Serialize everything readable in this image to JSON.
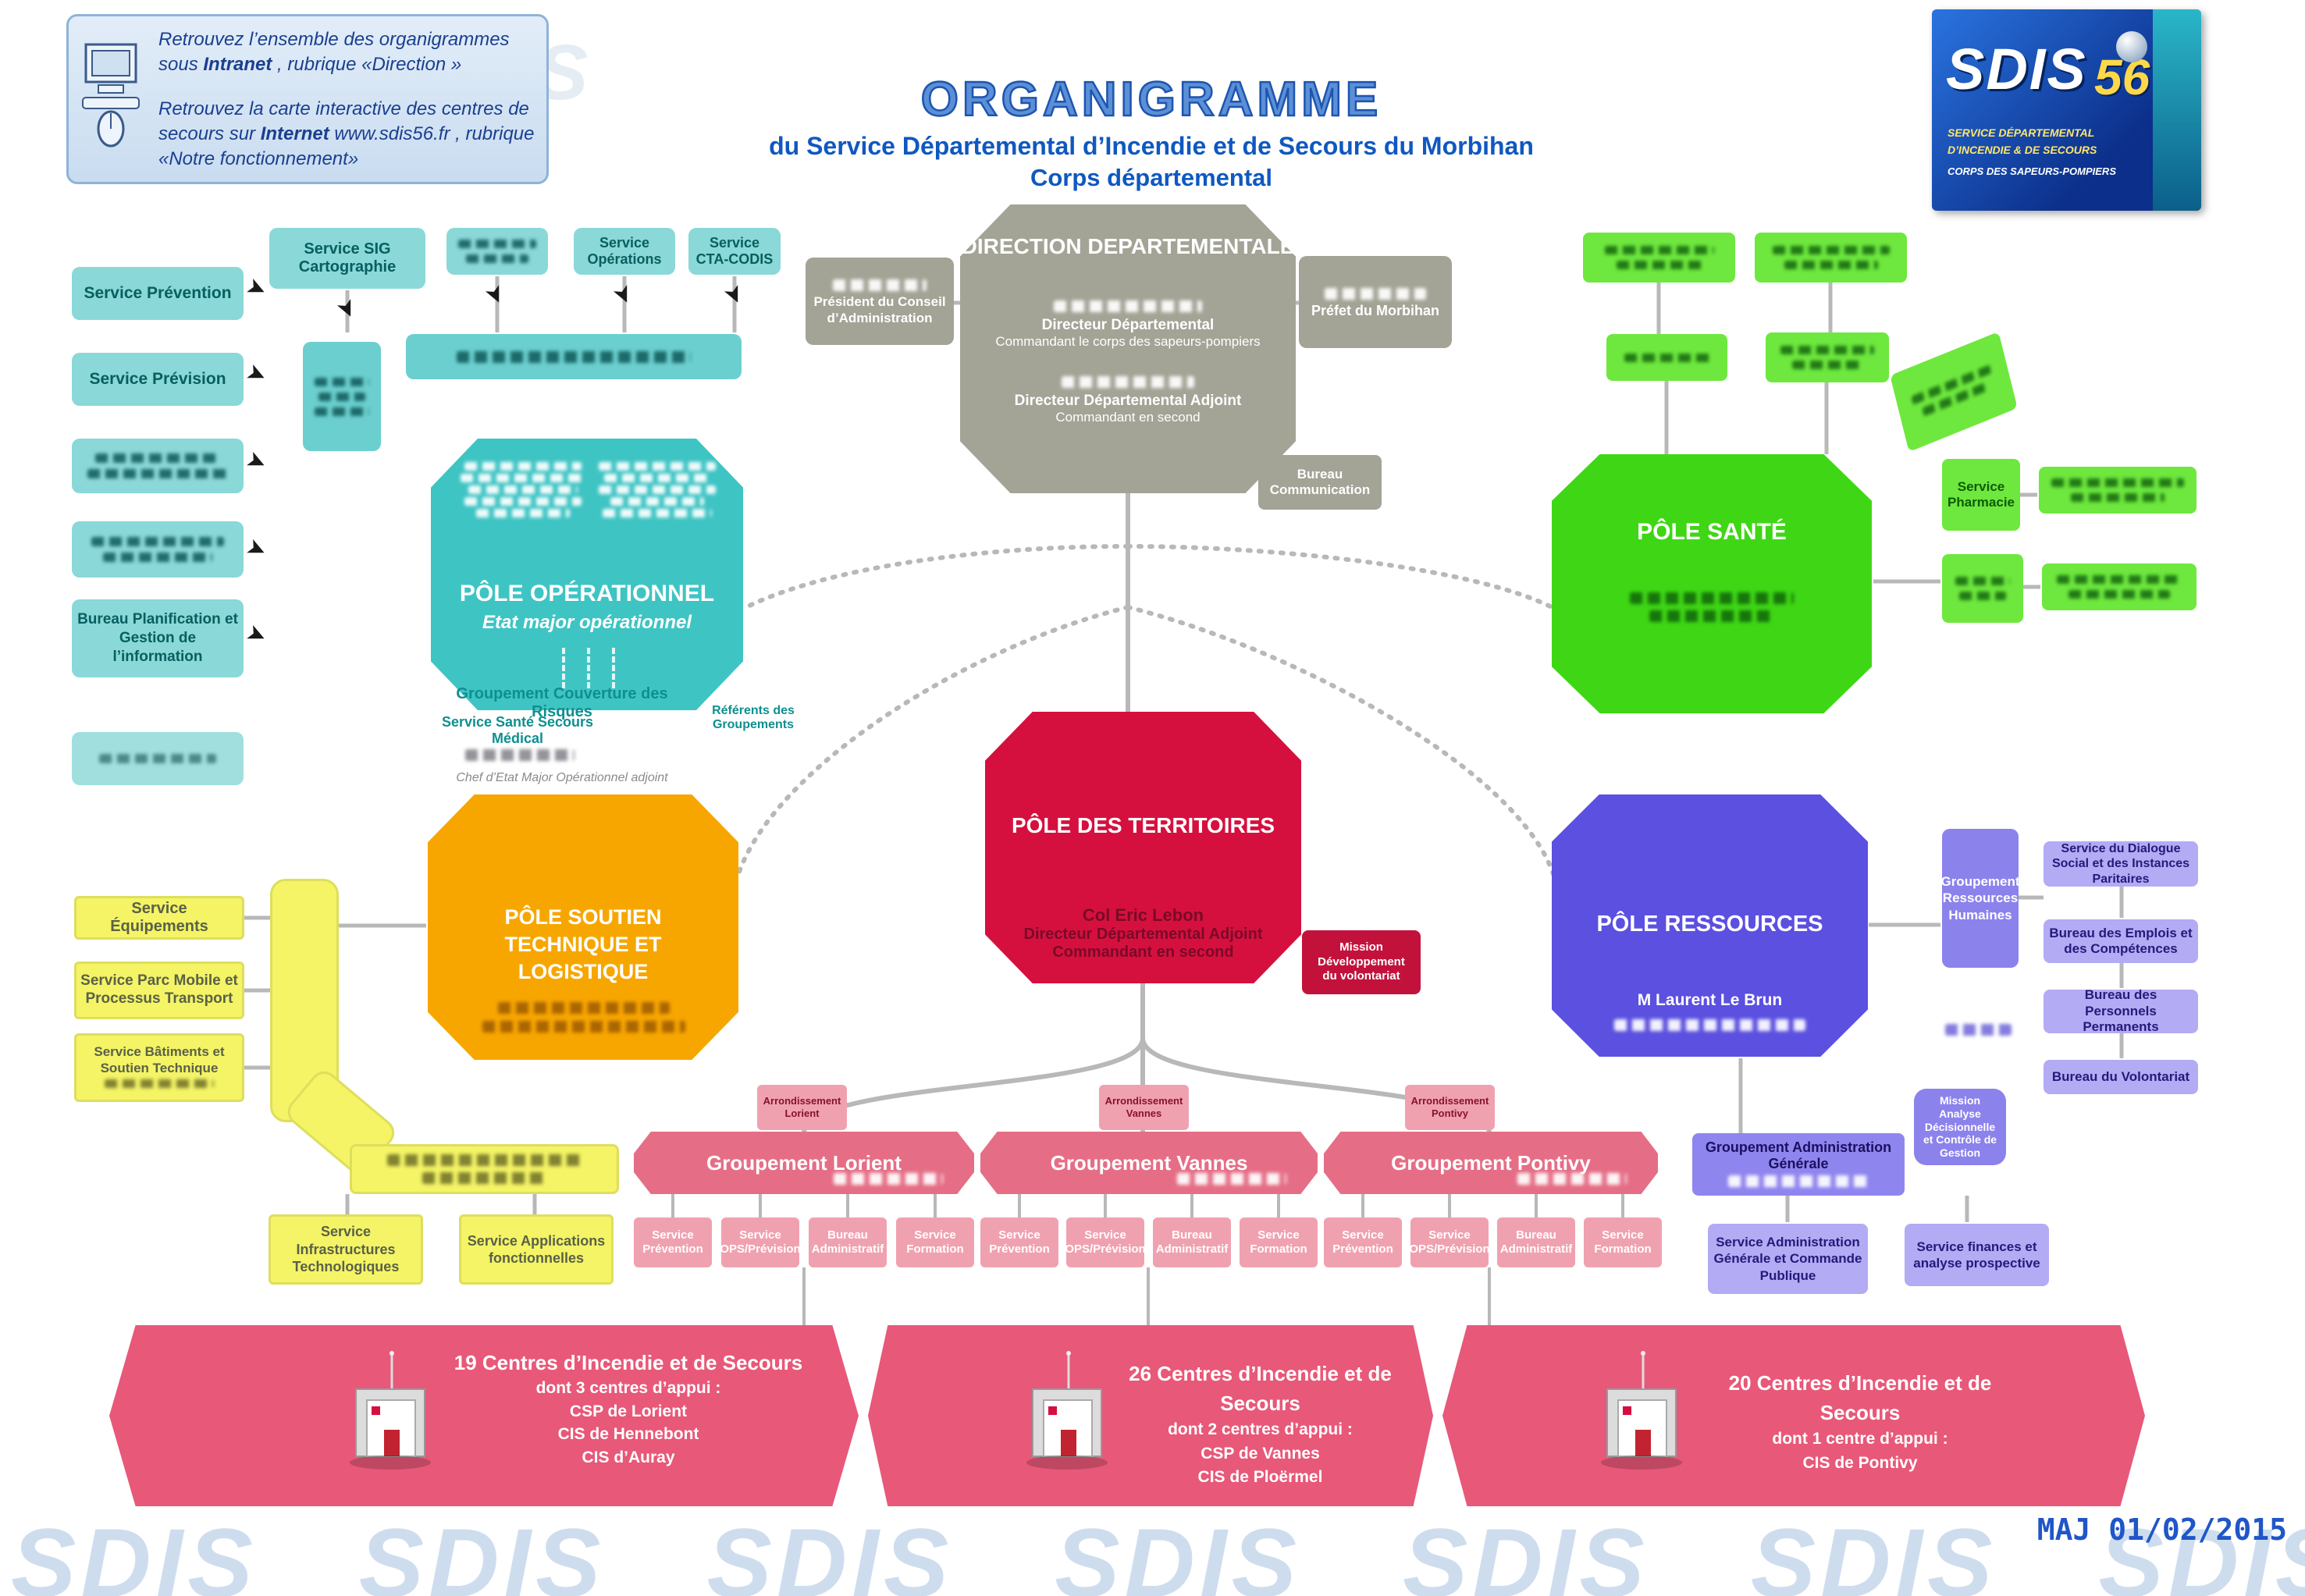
{
  "colors": {
    "blue-title": "#5b8fd6",
    "blue-dark": "#0f58c0",
    "gray-box": "#a3a396",
    "teal": "#3fc4c4",
    "teal-light": "#8ad8d8",
    "green": "#3fd715",
    "green-light": "#6ee83e",
    "red-pole": "#d5103f",
    "orange": "#f7a600",
    "purple": "#5b50e0",
    "purple-light": "#b3abf4",
    "yellow": "#f4f466",
    "pink": "#e56e86",
    "pink-light": "#f0a1b0",
    "banner": "#e85878",
    "line-gray": "#b8b8b8"
  },
  "info_box": {
    "p1_pre": "Retrouvez l’ensemble des organigrammes sous ",
    "p1_bold": "Intranet",
    "p1_post": " , rubrique «Direction »",
    "p2_pre": "Retrouvez la carte interactive des centres de secours sur ",
    "p2_bold": "Internet",
    "p2_post": " www.sdis56.fr , rubrique «Notre fonctionnement»"
  },
  "header": {
    "title": "ORGANIGRAMME",
    "subtitle1": "du Service Départemental d’Incendie et de Secours du Morbihan",
    "subtitle2": "Corps départemental"
  },
  "logo": {
    "name": "SDIS",
    "number": "56",
    "caption1": "SERVICE DÉPARTEMENTAL",
    "caption2": "D’INCENDIE & DE SECOURS",
    "caption3": "CORPS DES SAPEURS-POMPIERS"
  },
  "direction": {
    "title": "DIRECTION DEPARTEMENTALE",
    "president_label": "Président du Conseil d’Administration",
    "prefet_label": "Préfet du Morbihan",
    "director_role_1": "Directeur Départemental",
    "director_role_2": "Commandant le corps des sapeurs-pompiers",
    "adjoint_role_1": "Directeur Départemental Adjoint",
    "adjoint_role_2": "Commandant en second",
    "bureau_communication": "Bureau Communication"
  },
  "pole_operationnel": {
    "title": "PÔLE OPÉRATIONNEL",
    "subtitle": "Etat major opérationnel",
    "service_prevention": "Service Prévention",
    "service_prevision": "Service Prévision",
    "bureau_planification": "Bureau Planification et Gestion de l’information",
    "service_sig": "Service SIG Cartographie",
    "service_operations": "Service Opérations",
    "service_cta": "Service CTA-CODIS",
    "groupement_couverture": "Groupement Couverture des Risques",
    "service_sante_secours": "Service Santé Secours Médical",
    "chef_etat_major": "Chef d’Etat Major Opérationnel adjoint",
    "referents_groupements": "Référents des Groupements"
  },
  "pole_sante": {
    "title": "PÔLE SANTÉ",
    "service_pharmacie": "Service Pharmacie"
  },
  "pole_territoires": {
    "title": "PÔLE DES TERRITOIRES",
    "chef": "Col Eric Lebon",
    "chef_role_1": "Directeur Départemental Adjoint",
    "chef_role_2": "Commandant en second",
    "mission_1": "Mission",
    "mission_2": "Développement",
    "mission_3": "du volontariat"
  },
  "pole_soutien": {
    "title": "PÔLE SOUTIEN TECHNIQUE ET LOGISTIQUE"
  },
  "pole_ressources": {
    "title": "PÔLE RESSOURCES",
    "chef": "M Laurent Le Brun"
  },
  "yellow_cluster": {
    "equipements": "Service Équipements",
    "parc_mobile": "Service Parc Mobile et Processus Transport",
    "batiments": "Service Bâtiments et Soutien Technique",
    "infrastructures": "Service Infrastructures Technologiques",
    "applications": "Service Applications fonctionnelles"
  },
  "ressources_cluster": {
    "groupement_rh": "Groupement Ressources Humaines",
    "dialogue_social": "Service du Dialogue Social et des Instances Paritaires",
    "emplois": "Bureau des Emplois et des Compétences",
    "personnels": "Bureau des Personnels Permanents",
    "volontariat": "Bureau du Volontariat",
    "mission_analyse": "Mission Analyse Décisionnelle et Contrôle de Gestion",
    "groupement_ag": "Groupement Administration Générale",
    "service_ag": "Service Administration Générale et Commande Publique",
    "service_finances": "Service finances et analyse prospective"
  },
  "groupement_services": [
    "Service Prévention",
    "Service OPS/Prévision",
    "Bureau Administratif",
    "Service Formation"
  ],
  "groupements": [
    {
      "arrondissement": "Arrondissement Lorient",
      "name": "Groupement Lorient"
    },
    {
      "arrondissement": "Arrondissement Vannes",
      "name": "Groupement Vannes"
    },
    {
      "arrondissement": "Arrondissement Pontivy",
      "name": "Groupement Pontivy"
    }
  ],
  "banners": [
    {
      "line1": "19 Centres d’Incendie et de Secours",
      "line2": "dont  3 centres d’appui :",
      "item1": "CSP de Lorient",
      "item2": "CIS de Hennebont",
      "item3": "CIS d’Auray"
    },
    {
      "line1": "26 Centres d’Incendie et de Secours",
      "line2": "dont  2 centres d’appui :",
      "item1": "CSP de Vannes",
      "item2": "CIS de Ploërmel"
    },
    {
      "line1": "20 Centres d’Incendie et de Secours",
      "line2": "dont 1 centre d’appui :",
      "item1": "CIS de Pontivy"
    }
  ],
  "footer": {
    "maj": "MAJ 01/02/2015",
    "watermark": "SDIS"
  }
}
